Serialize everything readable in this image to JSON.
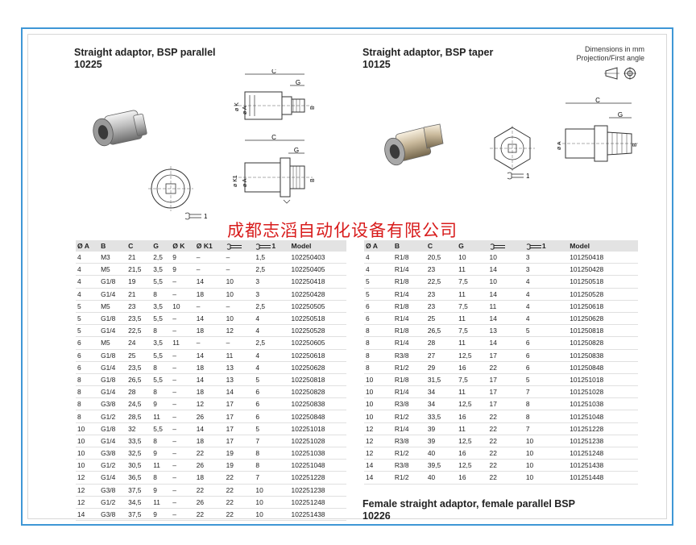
{
  "left_title": {
    "line1": "Straight adaptor, BSP parallel",
    "line2": "10225"
  },
  "right_title": {
    "line1": "Straight adaptor, BSP taper",
    "line2": "10125"
  },
  "dimensions_note": {
    "line1": "Dimensions in mm",
    "line2": "Projection/First angle"
  },
  "watermark": "成都志滔自动化设备有限公司",
  "drawing_labels": {
    "c": "C",
    "g": "G",
    "b": "B",
    "dk": "ø K",
    "da": "ø A",
    "dk1": "ø K1",
    "one": "1"
  },
  "left_table": {
    "headers": [
      "Ø A",
      "B",
      "C",
      "G",
      "Ø K",
      "Ø K1",
      "",
      "1",
      "Model"
    ],
    "rows": [
      [
        "4",
        "M3",
        "21",
        "2,5",
        "9",
        "–",
        "–",
        "1,5",
        "102250403"
      ],
      [
        "4",
        "M5",
        "21,5",
        "3,5",
        "9",
        "–",
        "–",
        "2,5",
        "102250405"
      ],
      [
        "4",
        "G1/8",
        "19",
        "5,5",
        "–",
        "14",
        "10",
        "3",
        "102250418"
      ],
      [
        "4",
        "G1/4",
        "21",
        "8",
        "–",
        "18",
        "10",
        "3",
        "102250428"
      ],
      [
        "5",
        "M5",
        "23",
        "3,5",
        "10",
        "–",
        "–",
        "2,5",
        "102250505"
      ],
      [
        "5",
        "G1/8",
        "23,5",
        "5,5",
        "–",
        "14",
        "10",
        "4",
        "102250518"
      ],
      [
        "5",
        "G1/4",
        "22,5",
        "8",
        "–",
        "18",
        "12",
        "4",
        "102250528"
      ],
      [
        "6",
        "M5",
        "24",
        "3,5",
        "11",
        "–",
        "–",
        "2,5",
        "102250605"
      ],
      [
        "6",
        "G1/8",
        "25",
        "5,5",
        "–",
        "14",
        "11",
        "4",
        "102250618"
      ],
      [
        "6",
        "G1/4",
        "23,5",
        "8",
        "–",
        "18",
        "13",
        "4",
        "102250628"
      ],
      [
        "8",
        "G1/8",
        "26,5",
        "5,5",
        "–",
        "14",
        "13",
        "5",
        "102250818"
      ],
      [
        "8",
        "G1/4",
        "28",
        "8",
        "–",
        "18",
        "14",
        "6",
        "102250828"
      ],
      [
        "8",
        "G3/8",
        "24,5",
        "9",
        "–",
        "12",
        "17",
        "6",
        "102250838"
      ],
      [
        "8",
        "G1/2",
        "28,5",
        "11",
        "–",
        "26",
        "17",
        "6",
        "102250848"
      ],
      [
        "10",
        "G1/8",
        "32",
        "5,5",
        "–",
        "14",
        "17",
        "5",
        "102251018"
      ],
      [
        "10",
        "G1/4",
        "33,5",
        "8",
        "–",
        "18",
        "17",
        "7",
        "102251028"
      ],
      [
        "10",
        "G3/8",
        "32,5",
        "9",
        "–",
        "22",
        "19",
        "8",
        "102251038"
      ],
      [
        "10",
        "G1/2",
        "30,5",
        "11",
        "–",
        "26",
        "19",
        "8",
        "102251048"
      ],
      [
        "12",
        "G1/4",
        "36,5",
        "8",
        "–",
        "18",
        "22",
        "7",
        "102251228"
      ],
      [
        "12",
        "G3/8",
        "37,5",
        "9",
        "–",
        "22",
        "22",
        "10",
        "102251238"
      ],
      [
        "12",
        "G1/2",
        "34,5",
        "11",
        "–",
        "26",
        "22",
        "10",
        "102251248"
      ],
      [
        "14",
        "G3/8",
        "37,5",
        "9",
        "–",
        "22",
        "22",
        "10",
        "102251438"
      ]
    ]
  },
  "right_table": {
    "headers": [
      "Ø A",
      "B",
      "C",
      "G",
      "",
      "1",
      "Model"
    ],
    "rows": [
      [
        "4",
        "R1/8",
        "20,5",
        "10",
        "10",
        "3",
        "101250418"
      ],
      [
        "4",
        "R1/4",
        "23",
        "11",
        "14",
        "3",
        "101250428"
      ],
      [
        "5",
        "R1/8",
        "22,5",
        "7,5",
        "10",
        "4",
        "101250518"
      ],
      [
        "5",
        "R1/4",
        "23",
        "11",
        "14",
        "4",
        "101250528"
      ],
      [
        "6",
        "R1/8",
        "23",
        "7,5",
        "11",
        "4",
        "101250618"
      ],
      [
        "6",
        "R1/4",
        "25",
        "11",
        "14",
        "4",
        "101250628"
      ],
      [
        "8",
        "R1/8",
        "26,5",
        "7,5",
        "13",
        "5",
        "101250818"
      ],
      [
        "8",
        "R1/4",
        "28",
        "11",
        "14",
        "6",
        "101250828"
      ],
      [
        "8",
        "R3/8",
        "27",
        "12,5",
        "17",
        "6",
        "101250838"
      ],
      [
        "8",
        "R1/2",
        "29",
        "16",
        "22",
        "6",
        "101250848"
      ],
      [
        "10",
        "R1/8",
        "31,5",
        "7,5",
        "17",
        "5",
        "101251018"
      ],
      [
        "10",
        "R1/4",
        "34",
        "11",
        "17",
        "7",
        "101251028"
      ],
      [
        "10",
        "R3/8",
        "34",
        "12,5",
        "17",
        "8",
        "101251038"
      ],
      [
        "10",
        "R1/2",
        "33,5",
        "16",
        "22",
        "8",
        "101251048"
      ],
      [
        "12",
        "R1/4",
        "39",
        "11",
        "22",
        "7",
        "101251228"
      ],
      [
        "12",
        "R3/8",
        "39",
        "12,5",
        "22",
        "10",
        "101251238"
      ],
      [
        "12",
        "R1/2",
        "40",
        "16",
        "22",
        "10",
        "101251248"
      ],
      [
        "14",
        "R3/8",
        "39,5",
        "12,5",
        "22",
        "10",
        "101251438"
      ],
      [
        "14",
        "R1/2",
        "40",
        "16",
        "22",
        "10",
        "101251448"
      ]
    ]
  },
  "next_section": {
    "line1": "Female straight adaptor, female parallel BSP",
    "line2": "10226"
  }
}
